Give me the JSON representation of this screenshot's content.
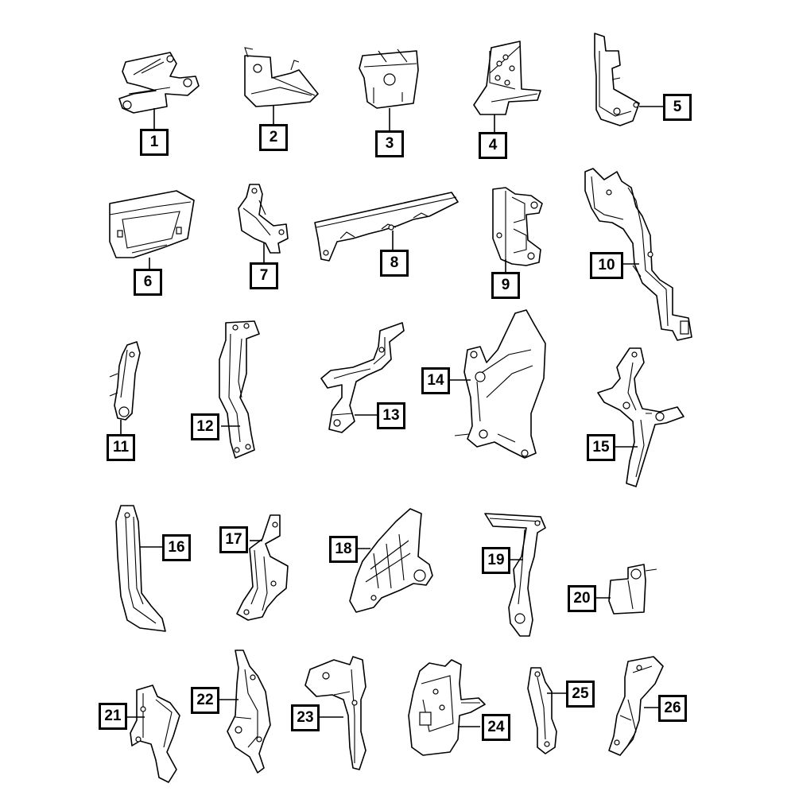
{
  "diagram": {
    "callouts": [
      {
        "id": "1",
        "label": "1",
        "name": "bracket-1"
      },
      {
        "id": "2",
        "label": "2",
        "name": "bracket-2"
      },
      {
        "id": "3",
        "label": "3",
        "name": "bracket-3"
      },
      {
        "id": "4",
        "label": "4",
        "name": "bracket-4"
      },
      {
        "id": "5",
        "label": "5",
        "name": "bracket-5"
      },
      {
        "id": "6",
        "label": "6",
        "name": "bracket-6"
      },
      {
        "id": "7",
        "label": "7",
        "name": "bracket-7"
      },
      {
        "id": "8",
        "label": "8",
        "name": "bracket-8"
      },
      {
        "id": "9",
        "label": "9",
        "name": "bracket-9"
      },
      {
        "id": "10",
        "label": "10",
        "name": "bracket-10"
      },
      {
        "id": "11",
        "label": "11",
        "name": "bracket-11"
      },
      {
        "id": "12",
        "label": "12",
        "name": "bracket-12"
      },
      {
        "id": "13",
        "label": "13",
        "name": "bracket-13"
      },
      {
        "id": "14",
        "label": "14",
        "name": "bracket-14"
      },
      {
        "id": "15",
        "label": "15",
        "name": "bracket-15"
      },
      {
        "id": "16",
        "label": "16",
        "name": "bracket-16"
      },
      {
        "id": "17",
        "label": "17",
        "name": "bracket-17"
      },
      {
        "id": "18",
        "label": "18",
        "name": "bracket-18"
      },
      {
        "id": "19",
        "label": "19",
        "name": "bracket-19"
      },
      {
        "id": "20",
        "label": "20",
        "name": "bracket-20"
      },
      {
        "id": "21",
        "label": "21",
        "name": "bracket-21"
      },
      {
        "id": "22",
        "label": "22",
        "name": "bracket-22"
      },
      {
        "id": "23",
        "label": "23",
        "name": "bracket-23"
      },
      {
        "id": "24",
        "label": "24",
        "name": "bracket-24"
      },
      {
        "id": "25",
        "label": "25",
        "name": "bracket-25"
      },
      {
        "id": "26",
        "label": "26",
        "name": "bracket-26"
      }
    ]
  }
}
